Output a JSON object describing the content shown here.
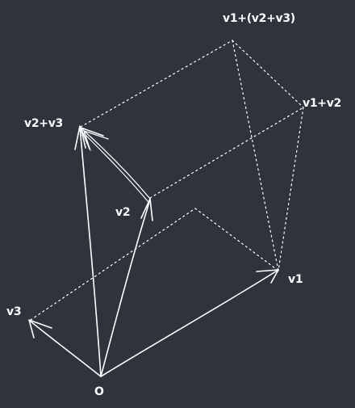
{
  "colors": {
    "background": "#2e333e",
    "stroke": "#ffffff"
  },
  "labels": {
    "origin": "O",
    "v1": "v1",
    "v2": "v2",
    "v3": "v3",
    "v2_plus_v3": "v2+v3",
    "v1_plus_v2": "v1+v2",
    "v1_plus_v2_plus_v3": "v1+(v2+v3)"
  }
}
